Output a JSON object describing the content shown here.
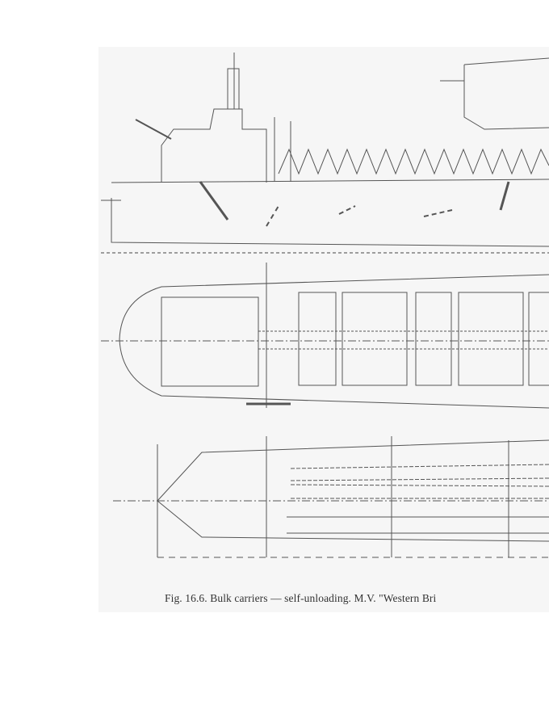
{
  "figure": {
    "caption": "Fig. 16.6. Bulk carriers — self-unloading. M.V. \"Western Bri",
    "views": [
      "profile",
      "deck-plan",
      "hold-plan"
    ]
  }
}
